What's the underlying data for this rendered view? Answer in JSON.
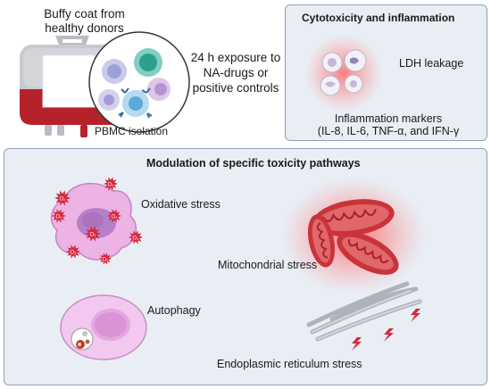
{
  "source": {
    "title_line1": "Buffy coat from",
    "title_line2": "healthy donors",
    "pbmc_label": "PBMC isolation"
  },
  "exposure": {
    "line1": "24 h exposure to",
    "line2": "NA-drugs or",
    "line3": "positive controls"
  },
  "cytotoxicity_panel": {
    "title": "Cytotoxicity and inflammation",
    "ldh_label": "LDH leakage",
    "markers_line1": "Inflammation markers",
    "markers_line2": "(IL-8, IL-6, TNF-α, and IFN-γ"
  },
  "pathways_panel": {
    "title": "Modulation of specific toxicity pathways",
    "oxidative_label": "Oxidative stress",
    "ros_symbol": "O₂",
    "mitochondrial_label": "Mitochondrial stress",
    "autophagy_label": "Autophagy",
    "er_label": "Endoplasmic reticulum stress"
  },
  "colors": {
    "panel_fill": "#e9eef5",
    "panel_border": "#8ea2bd",
    "blood_red": "#b5222b",
    "cell_pink": "#e8a6e0",
    "ros_red": "#d6283c",
    "mito_red": "#c8343a"
  }
}
